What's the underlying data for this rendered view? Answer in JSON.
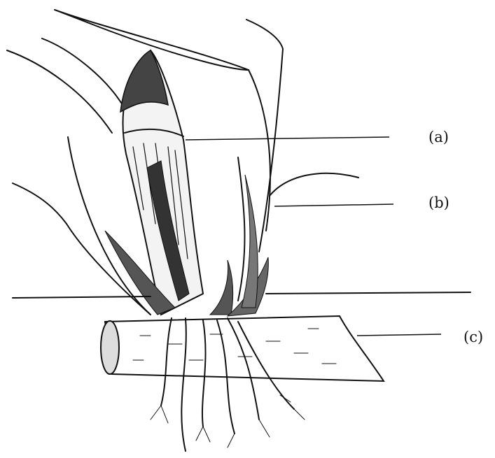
{
  "labels": {
    "a": "(a)",
    "b": "(b)",
    "c": "(c)"
  },
  "colors": {
    "ink": "#111111",
    "background": "#ffffff"
  }
}
